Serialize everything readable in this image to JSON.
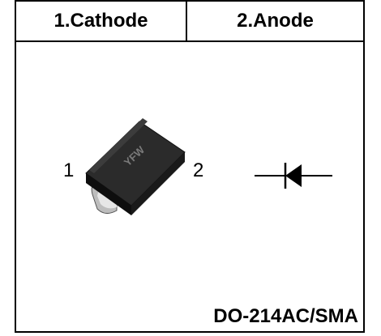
{
  "header": {
    "pin1_label": "1.Cathode",
    "pin2_label": "2.Anode"
  },
  "package": {
    "marking": "YFW",
    "pin1_number": "1",
    "pin2_number": "2",
    "name": "DO-214AC/SMA",
    "icon": "smd-diode-package-icon",
    "body_color": "#1a1a1a",
    "lead_color": "#c8c8c8"
  },
  "symbol": {
    "icon": "diode-symbol-icon",
    "color": "#000000"
  }
}
